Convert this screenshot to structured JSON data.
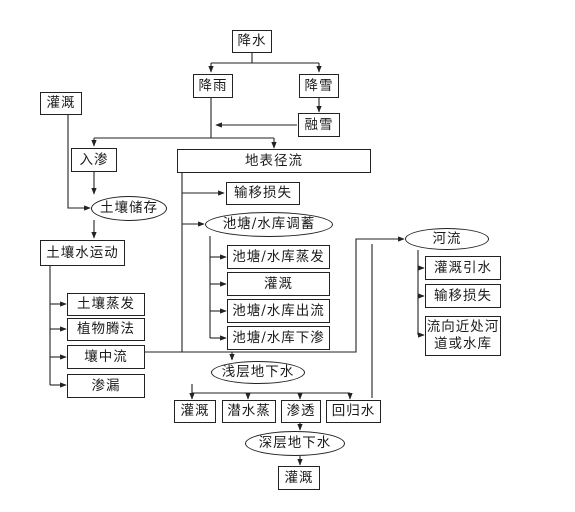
{
  "diagram": {
    "nodes": {
      "precipitation": "降水",
      "rainfall": "降雨",
      "snowfall": "降雪",
      "snowmelt": "融雪",
      "irrigation_top": "灌溉",
      "infiltration": "入渗",
      "surface_runoff": "地表径流",
      "soil_storage": "土壤储存",
      "transport_loss_1": "输移损失",
      "pond_storage": "池塘/水库调蓄",
      "soil_water_movement": "土壤水运动",
      "pond_evaporation": "池塘/水库蒸发",
      "pond_irrigation": "灌溉",
      "pond_outflow": "池塘/水库出流",
      "pond_seepage": "池塘/水库下渗",
      "river": "河流",
      "river_irrigation_withdrawal": "灌溉引水",
      "transport_loss_2": "输移损失",
      "flow_to_river_or_reservoir": "流向近处河道或水库",
      "soil_evaporation": "土壤蒸发",
      "plant_transpiration": "植物腾法",
      "interflow": "壤中流",
      "leakage": "渗漏",
      "shallow_groundwater": "浅层地下水",
      "gw_irrigation": "灌溉",
      "phreatic_evaporation": "潜水蒸",
      "percolation": "渗透",
      "return_water": "回归水",
      "deep_groundwater": "深层地下水",
      "deep_irrigation": "灌溉"
    }
  }
}
